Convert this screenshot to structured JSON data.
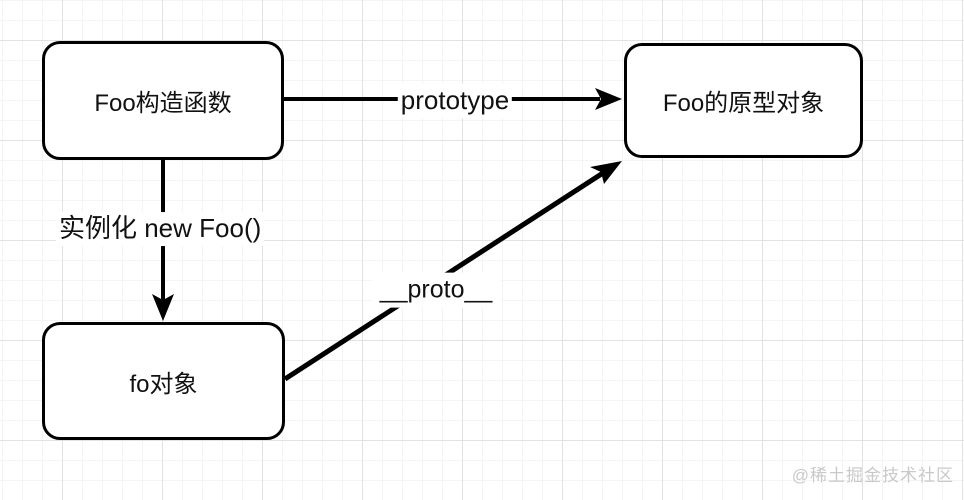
{
  "diagram": {
    "title": "JavaScript prototype relationship diagram",
    "nodes": {
      "constructor": {
        "label": "Foo构造函数"
      },
      "prototype_object": {
        "label": "Foo的原型对象"
      },
      "instance": {
        "label": "fo对象"
      }
    },
    "edges": {
      "prototype": {
        "label": "prototype",
        "from": "constructor",
        "to": "prototype_object"
      },
      "instantiate": {
        "label": "实例化 new Foo()",
        "from": "constructor",
        "to": "instance"
      },
      "proto": {
        "label": "__proto__",
        "from": "instance",
        "to": "prototype_object"
      }
    },
    "watermark": "@稀土掘金技术社区",
    "colors": {
      "stroke": "#000000",
      "node_fill": "#ffffff",
      "background": "#ffffff",
      "grid_minor": "#f4f4f4",
      "grid_major": "#e2e2e2",
      "watermark": "#c9c9c9"
    }
  }
}
